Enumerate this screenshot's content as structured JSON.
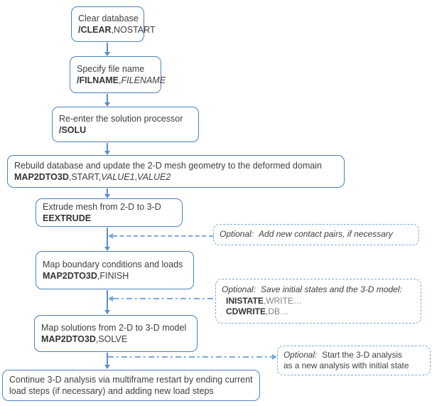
{
  "flowchart": {
    "colors": {
      "box_border": "#4f81bd",
      "arrow": "#5b8ec4",
      "optional_border": "#7da7d9",
      "text": "#3f3f3f",
      "muted": "#808080"
    },
    "steps": {
      "clear": {
        "desc": "Clear database",
        "cmd_bold": "/CLEAR",
        "cmd_tail": ",NOSTART"
      },
      "filname": {
        "desc": "Specify file name",
        "cmd_bold": "/FILNAME",
        "cmd_sep": ",",
        "cmd_italic": "FILENAME"
      },
      "solu": {
        "desc": "Re-enter the solution processor",
        "cmd_bold": "/SOLU"
      },
      "rebuild": {
        "desc": "Rebuild database and update the 2-D mesh geometry to the deformed domain",
        "cmd_bold": "MAP2DTO3D",
        "cmd_mid": ",START,",
        "cmd_it1": "VALUE1",
        "cmd_sep": ",",
        "cmd_it2": "VALUE2"
      },
      "extrude": {
        "desc": "Extrude mesh from 2-D to 3-D",
        "cmd_bold": "EEXTRUDE"
      },
      "map_bc": {
        "desc": "Map boundary conditions and loads",
        "cmd_bold": "MAP2DTO3D",
        "cmd_tail": ",FINISH"
      },
      "map_sol": {
        "desc": "Map solutions from 2-D to 3-D model",
        "cmd_bold": "MAP2DTO3D",
        "cmd_tail": ",SOLVE"
      },
      "continue": {
        "desc": "Continue 3-D analysis via multiframe restart by ending current load steps (if necessary) and adding new load steps"
      }
    },
    "optional": {
      "contact": {
        "label": "Optional:",
        "text": "Add new contact pairs, if necessary"
      },
      "save": {
        "label": "Optional:",
        "text": "Save initial states and the 3-D model:",
        "cmd1_bold": "INISTATE",
        "cmd1_tail": ",WRITE…",
        "cmd2_bold": "CDWRITE",
        "cmd2_tail": ",DB…"
      },
      "start3d": {
        "label": "Optional:",
        "text1": "Start the 3-D analysis",
        "text2": "as a new analysis with initial state"
      }
    }
  }
}
